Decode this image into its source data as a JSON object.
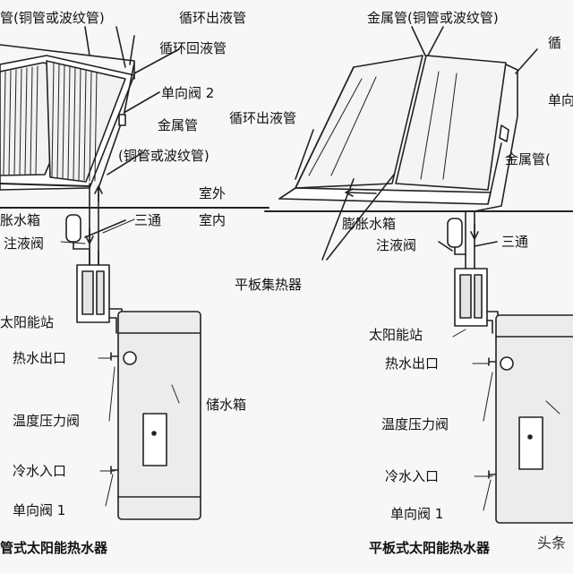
{
  "left": {
    "metal_pipe_top": "管(铜管或波纹管)",
    "loop_out_top": "循环出液管",
    "loop_return": "循环回液管",
    "check_valve_2": "单向阀 2",
    "metal_pipe": "金属管",
    "metal_pipe_note": "(铜管或波纹管)",
    "outdoor": "室外",
    "indoor": "室内",
    "expansion_tank": "胀水箱",
    "tee": "三通",
    "fill_valve": "注液阀",
    "solar_station": "太阳能站",
    "hot_out": "热水出口",
    "tp_valve": "温度压力阀",
    "storage_tank": "储水箱",
    "cold_in": "冷水入口",
    "check_valve_1": "单向阀 1",
    "caption": "管式太阳能热水器"
  },
  "right": {
    "metal_pipe_top": "金属管(铜管或波纹管)",
    "loop_top": "循",
    "check_valve": "单向",
    "loop_out": "循环出液管",
    "metal_pipe": "金属管(",
    "expansion_tank": "膨胀水箱",
    "fill_valve": "注液阀",
    "tee": "三通",
    "flat_collector": "平板集热器",
    "solar_station": "太阳能站",
    "hot_out": "热水出口",
    "tp_valve": "温度压力阀",
    "cold_in": "冷水入口",
    "check_valve_1": "单向阀 1",
    "caption": "平板式太阳能热水器"
  },
  "watermark": "头条"
}
